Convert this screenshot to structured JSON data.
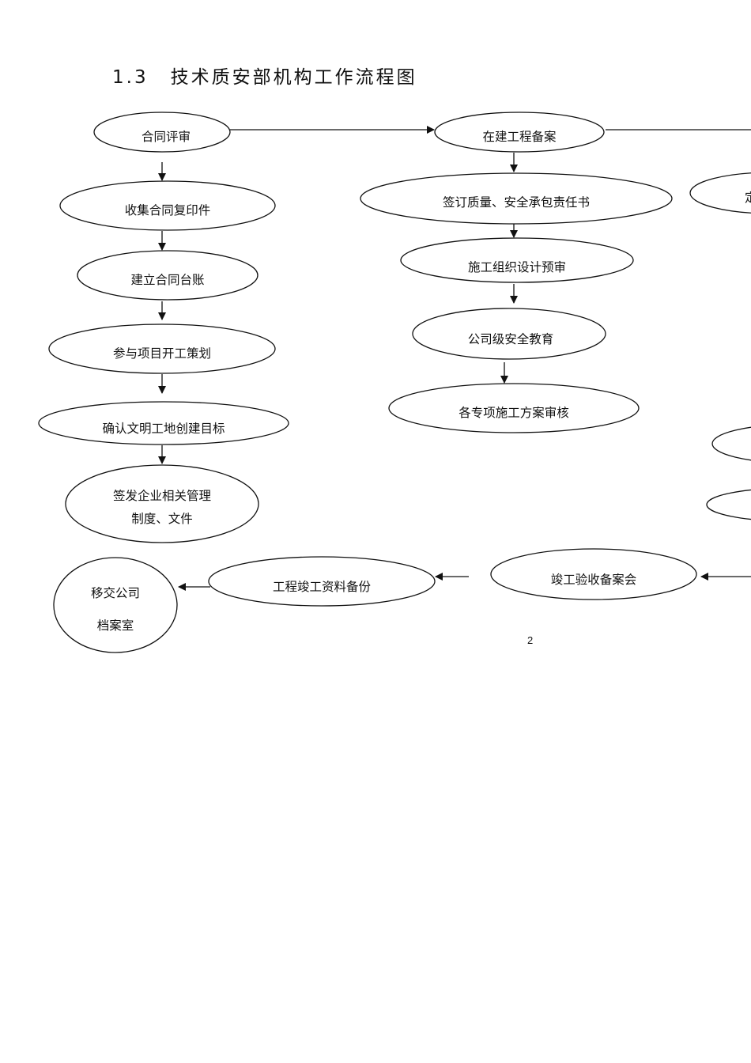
{
  "title": {
    "number": "1.3",
    "text": "技术质安部机构工作流程图"
  },
  "nodes": {
    "contract_review": "合同评审",
    "collect_contract_copy": "收集合同复印件",
    "contract_ledger": "建立合同台账",
    "project_kickoff_planning": "参与项目开工策划",
    "civilized_site_goal": "确认文明工地创建目标",
    "issue_mgmt_rules_line1": "签发企业相关管理",
    "issue_mgmt_rules_line2": "制度、文件",
    "project_record_filing": "在建工程备案",
    "sign_responsibility_letter": "签订质量、安全承包责任书",
    "construction_design_review": "施工组织设计预审",
    "company_safety_education": "公司级安全教育",
    "special_plan_review": "各专项施工方案审核",
    "completion_acceptance_meeting": "竣工验收备案会",
    "completion_docs_backup": "工程竣工资料备份",
    "archive_transfer_line1": "移交公司",
    "archive_transfer_line2": "档案室",
    "cut_off_right_node": "定"
  },
  "page_number": "2"
}
